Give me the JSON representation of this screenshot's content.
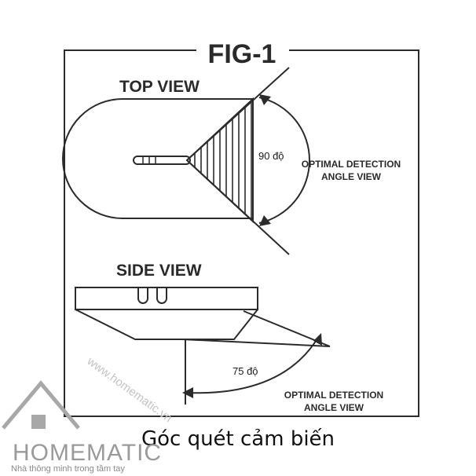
{
  "figure": {
    "title": "FIG-1",
    "top_view": {
      "label": "TOP VIEW",
      "angle_text": "90 độ",
      "detection_line1": "OPTIMAL DETECTION",
      "detection_line2": "ANGLE VIEW"
    },
    "side_view": {
      "label": "SIDE VIEW",
      "angle_text": "75 độ",
      "detection_line1": "OPTIMAL DETECTION",
      "detection_line2": "ANGLE VIEW"
    }
  },
  "caption": "Góc quét cảm biến",
  "watermark": {
    "brand": "HOMEMATIC",
    "tagline": "Nhà thông minh trong tầm tay",
    "url": "www.homematic.vn"
  },
  "colors": {
    "line": "#2b2b2b",
    "watermark": "#9a9a9a"
  }
}
